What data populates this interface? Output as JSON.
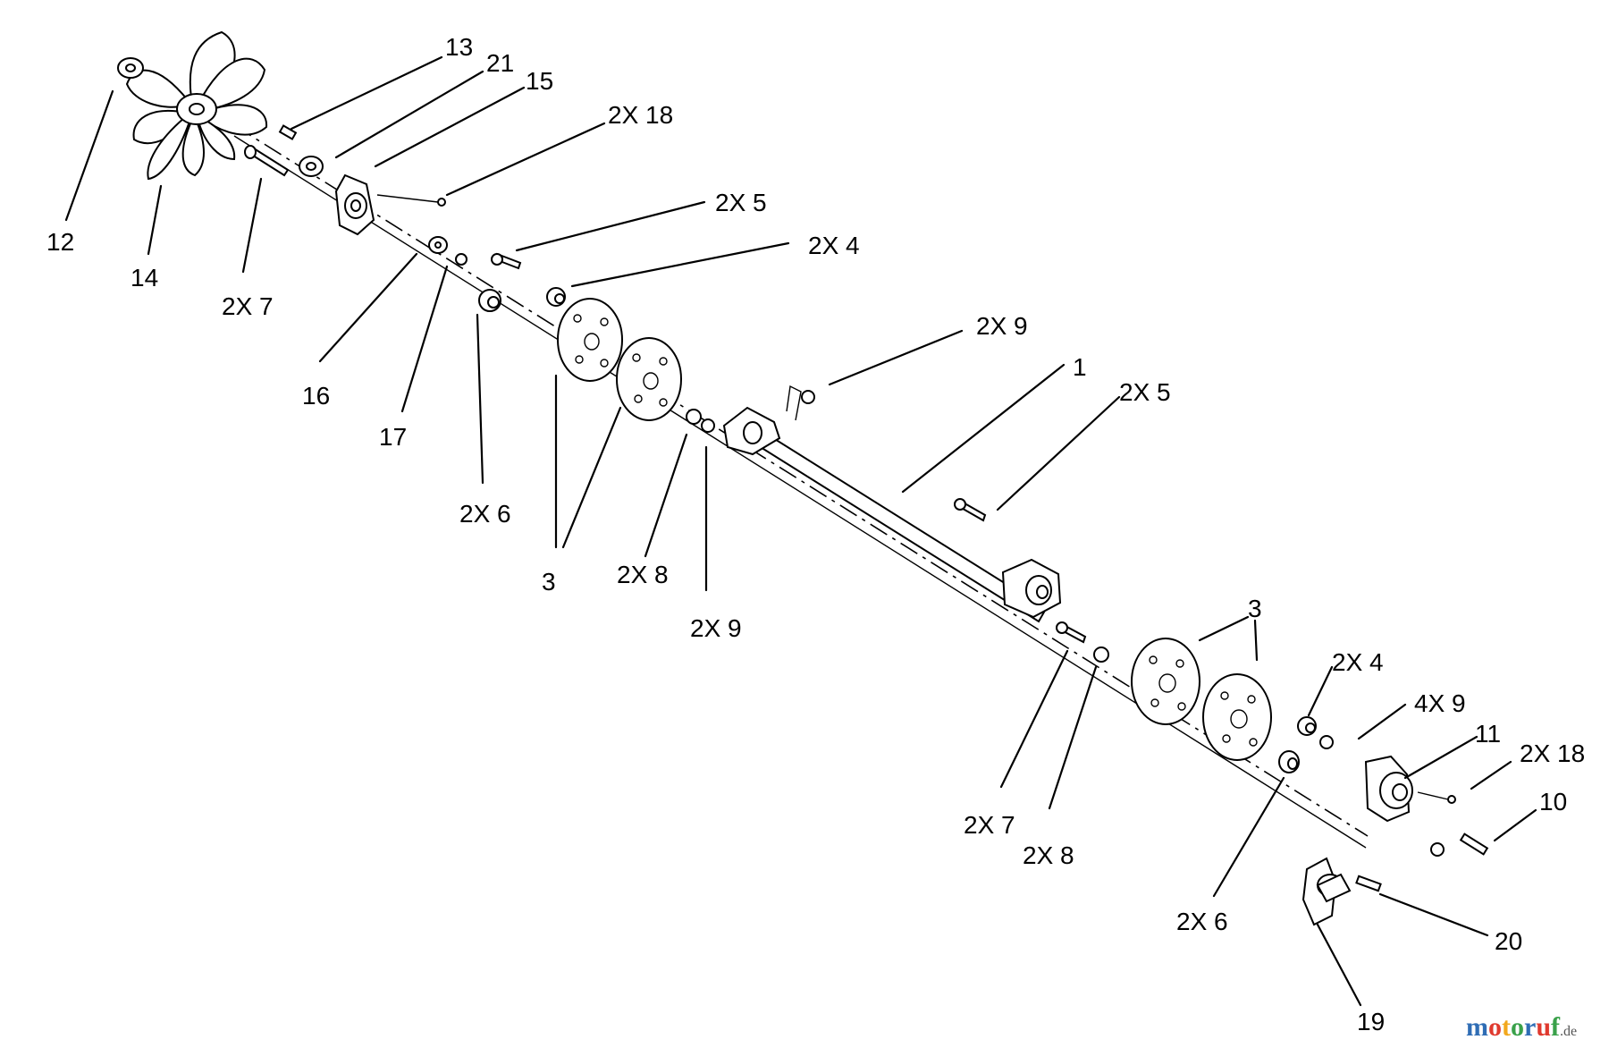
{
  "callouts": [
    {
      "id": "c13",
      "text": "13"
    },
    {
      "id": "c21",
      "text": "21"
    },
    {
      "id": "c15",
      "text": "15"
    },
    {
      "id": "c2x18a",
      "text": "2X 18"
    },
    {
      "id": "c12",
      "text": "12"
    },
    {
      "id": "c14",
      "text": "14"
    },
    {
      "id": "c2x7a",
      "text": "2X 7"
    },
    {
      "id": "c2x5a",
      "text": "2X 5"
    },
    {
      "id": "c2x4a",
      "text": "2X 4"
    },
    {
      "id": "c16",
      "text": "16"
    },
    {
      "id": "c17",
      "text": "17"
    },
    {
      "id": "c2x6a",
      "text": "2X 6"
    },
    {
      "id": "c2x9a",
      "text": "2X 9"
    },
    {
      "id": "c1",
      "text": "1"
    },
    {
      "id": "c2x5b",
      "text": "2X 5"
    },
    {
      "id": "c3a",
      "text": "3"
    },
    {
      "id": "c2x8a",
      "text": "2X 8"
    },
    {
      "id": "c2x9b",
      "text": "2X 9"
    },
    {
      "id": "c3b",
      "text": "3"
    },
    {
      "id": "c2x4b",
      "text": "2X 4"
    },
    {
      "id": "c4x9",
      "text": "4X 9"
    },
    {
      "id": "c11",
      "text": "11"
    },
    {
      "id": "c2x18b",
      "text": "2X 18"
    },
    {
      "id": "c10",
      "text": "10"
    },
    {
      "id": "c2x7b",
      "text": "2X 7"
    },
    {
      "id": "c2x8b",
      "text": "2X 8"
    },
    {
      "id": "c2x6b",
      "text": "2X 6"
    },
    {
      "id": "c20",
      "text": "20"
    },
    {
      "id": "c19",
      "text": "19"
    }
  ],
  "watermark": {
    "letters": [
      "m",
      "o",
      "t",
      "o",
      "r",
      "u",
      "f"
    ],
    "suffix": ".de",
    "colors": [
      "#2f6db5",
      "#e03a2f",
      "#f2a81d",
      "#3aa14a",
      "#2f6db5",
      "#e03a2f",
      "#3aa14a"
    ]
  },
  "colors": {
    "ink": "#000000",
    "background": "#ffffff"
  }
}
